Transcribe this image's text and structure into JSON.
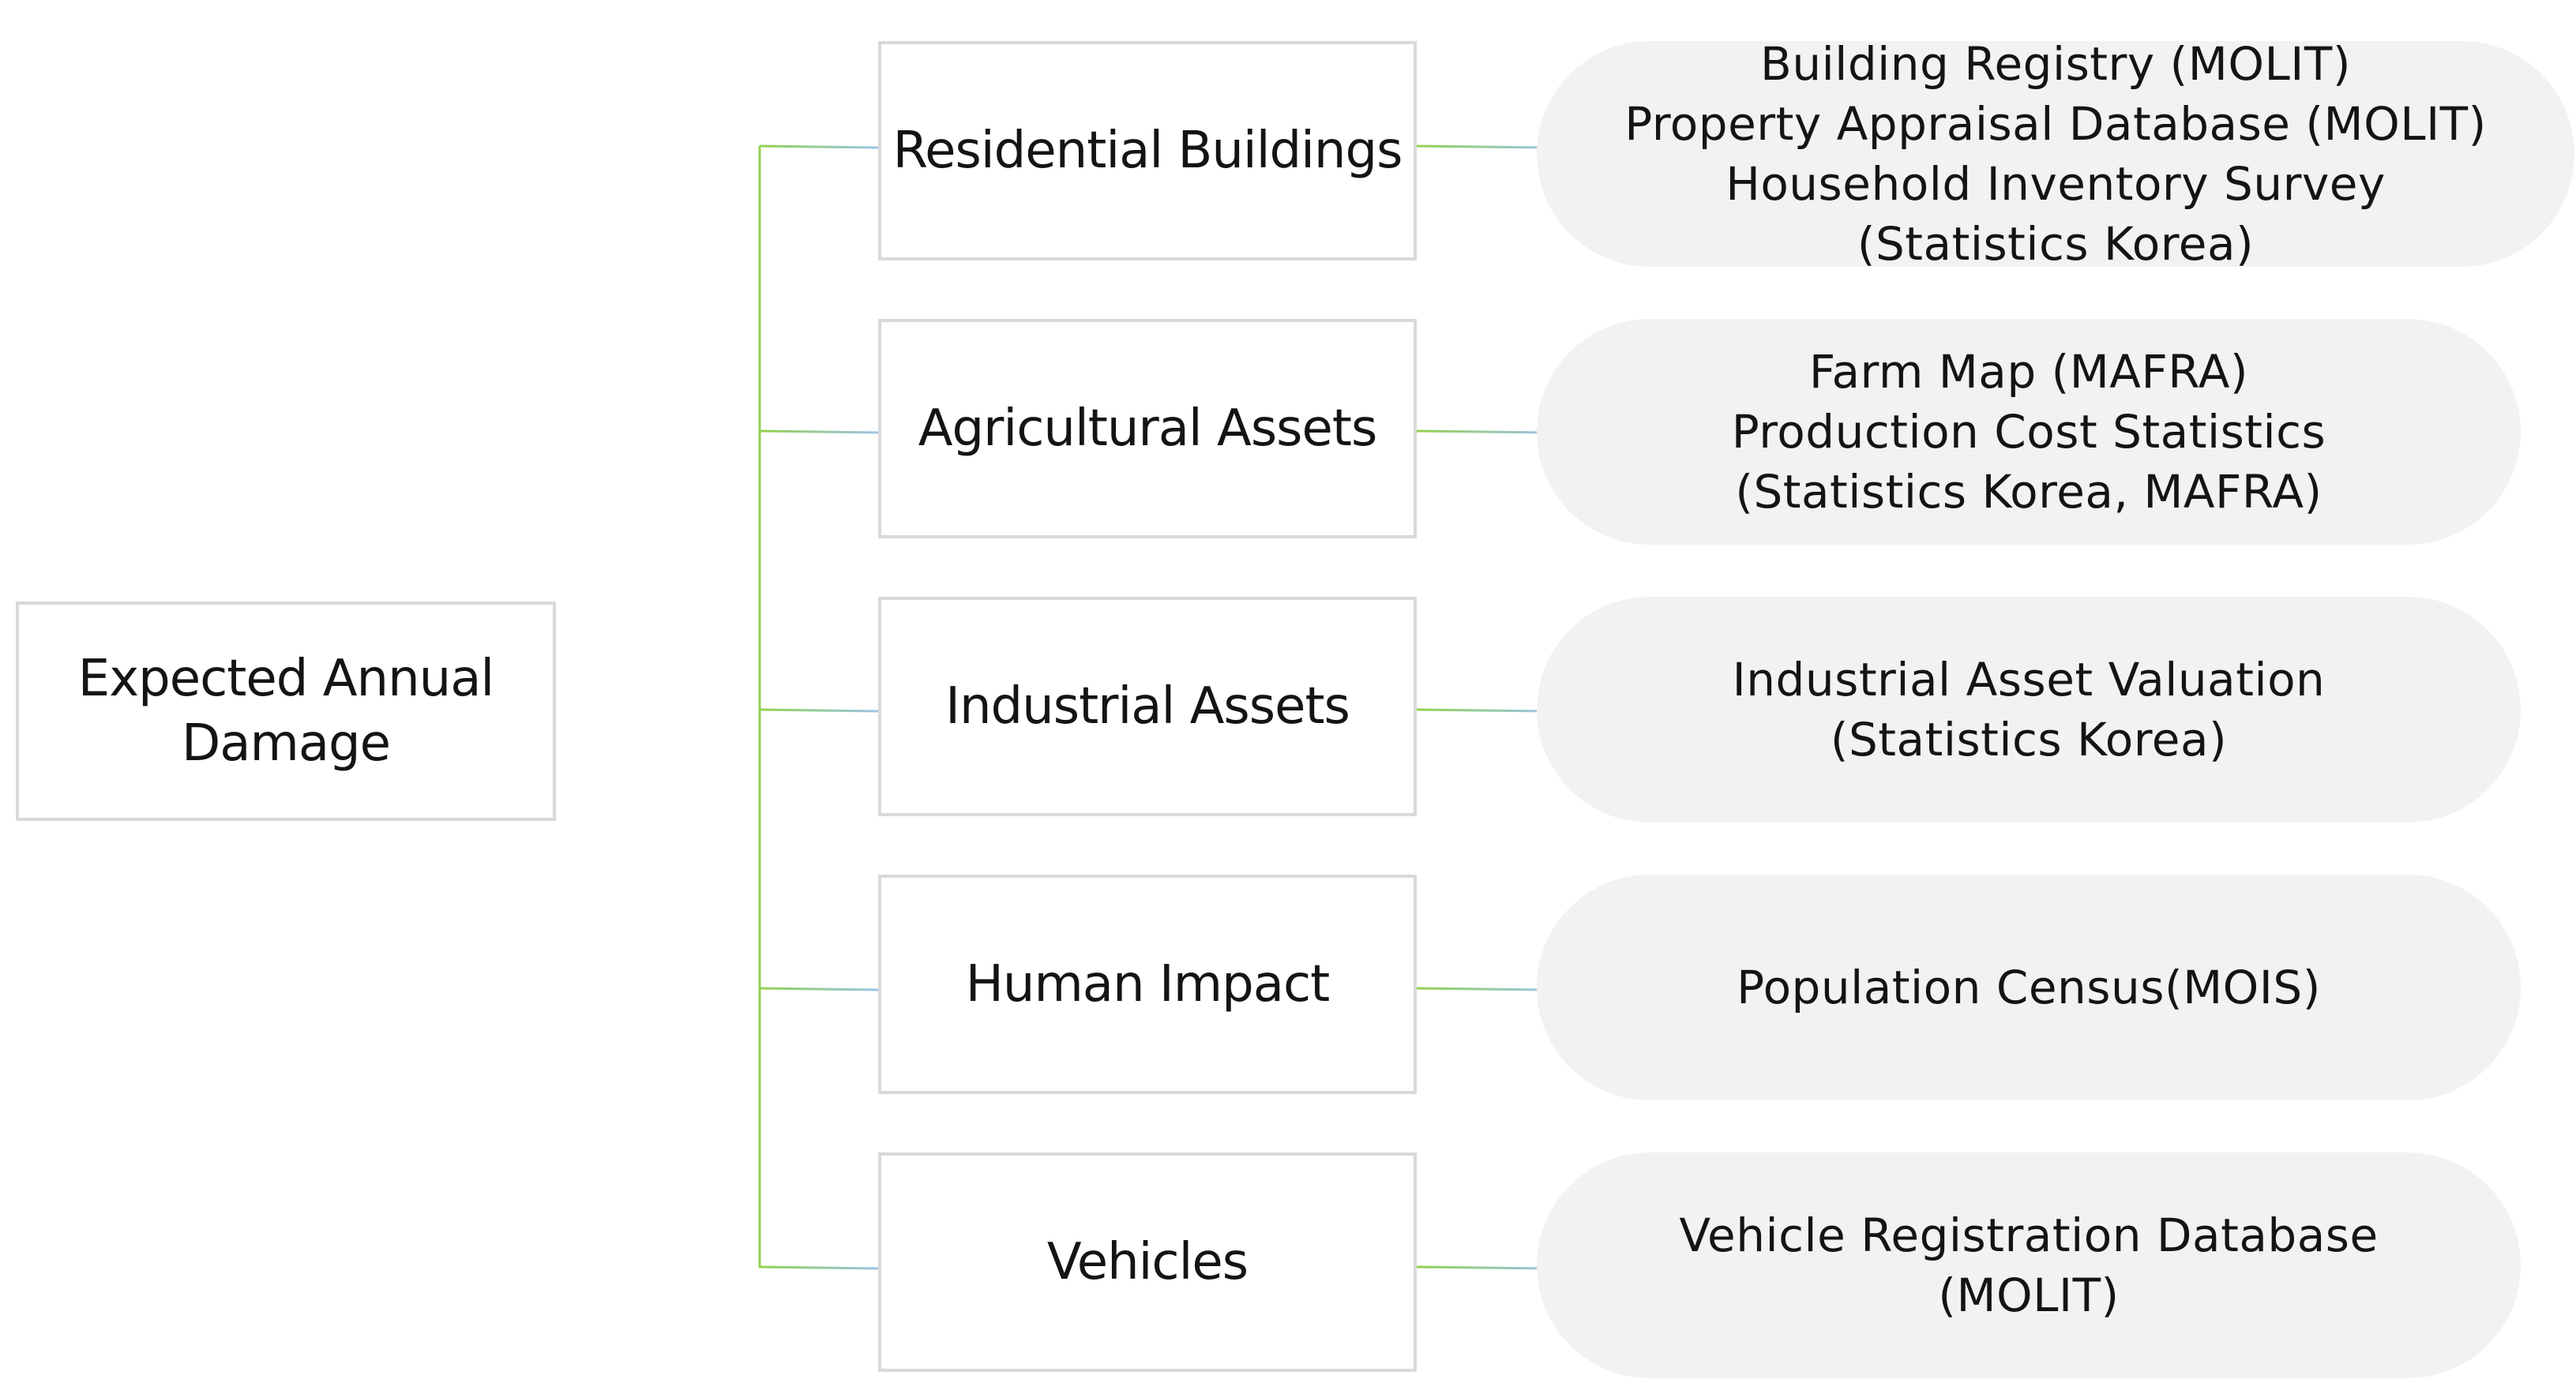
{
  "root": {
    "label": "Expected Annual\nDamage"
  },
  "categories": [
    {
      "label": "Residential Buildings",
      "sources": [
        "Building Registry (MOLIT)",
        "Property Appraisal Database (MOLIT)",
        "Household Inventory Survey",
        "(Statistics Korea)"
      ]
    },
    {
      "label": "Agricultural Assets",
      "sources": [
        "Farm Map (MAFRA)",
        "Production Cost Statistics",
        "(Statistics Korea, MAFRA)"
      ]
    },
    {
      "label": "Industrial Assets",
      "sources": [
        "Industrial Asset Valuation",
        "(Statistics Korea)"
      ]
    },
    {
      "label": "Human Impact",
      "sources": [
        "Population Census(MOIS)"
      ]
    },
    {
      "label": "Vehicles",
      "sources": [
        "Vehicle Registration Database",
        "(MOLIT)"
      ]
    }
  ],
  "colors": {
    "box_border": "#d9d9d9",
    "pill_fill": "#f2f2f2",
    "connector_green": "#92d050",
    "connector_blue": "#9dc3e6",
    "text": "#141414"
  }
}
